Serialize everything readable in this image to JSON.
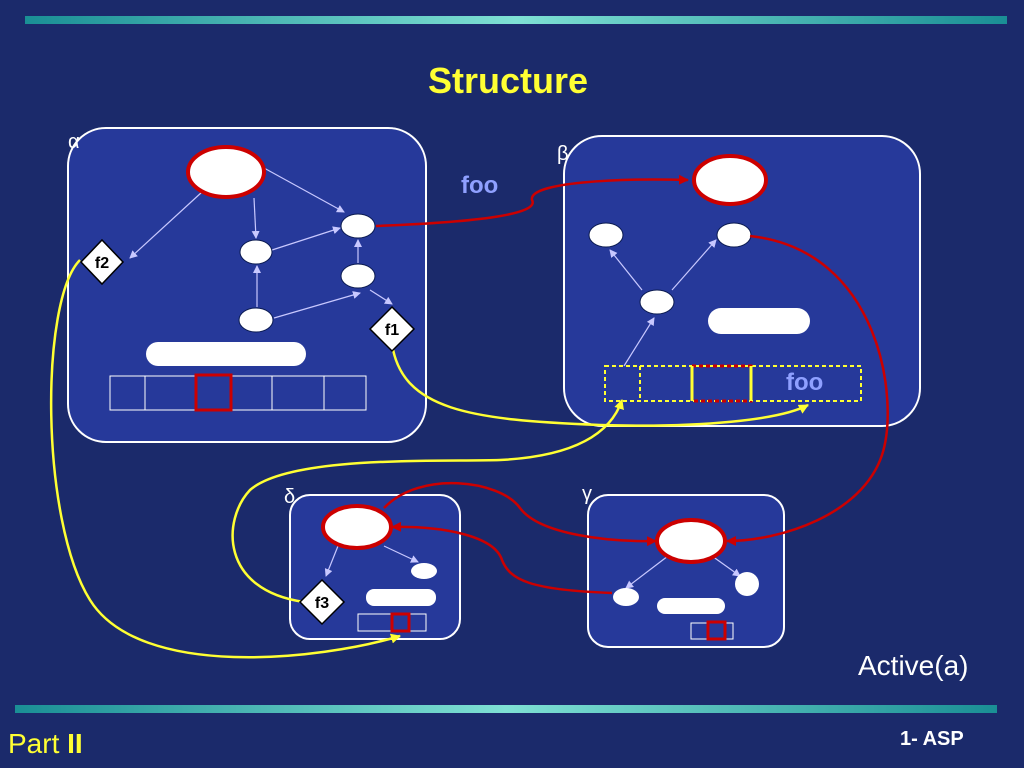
{
  "title": "Structure",
  "caption": "Active(a)",
  "footer": {
    "part_label": "Part",
    "part_numeral": "II",
    "right": "1- ASP"
  },
  "activities": {
    "alpha": "α",
    "beta": "β",
    "gamma": "γ",
    "delta": "δ"
  },
  "futures": {
    "f1": "f1",
    "f2": "f2",
    "f3": "f3"
  },
  "labels": {
    "request_call": "foo",
    "queue_request": "foo"
  },
  "colors": {
    "background": "#1b2a6b",
    "activity_box": "#26399a",
    "title": "#ffff33",
    "request_link": "#cc0000",
    "future_link": "#ffff33",
    "reference": "#c8c8ff",
    "label_blue": "#8fa0ff"
  }
}
